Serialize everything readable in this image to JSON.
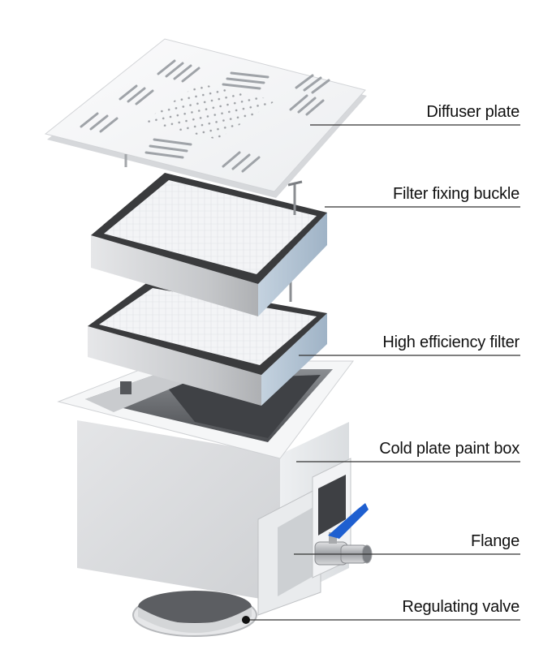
{
  "diagram": {
    "type": "exploded-view",
    "subject": "HEPA air supply outlet assembly",
    "colors": {
      "background": "#ffffff",
      "panel": "#f4f5f6",
      "panel_shadow": "#c9ccd0",
      "filter_frame": "#3a3b3d",
      "filter_side": "#b7c6d6",
      "box_body": "#d9dbde",
      "valve_handle": "#1e5fd0",
      "valve_body": "#b4b6b8",
      "leader_line": "#333333",
      "label_text": "#111111"
    },
    "labels": [
      {
        "id": "diffuser-plate",
        "text": "Diffuser plate"
      },
      {
        "id": "filter-fixing-buckle",
        "text": "Filter fixing buckle"
      },
      {
        "id": "high-efficiency-filter",
        "text": "High efficiency filter"
      },
      {
        "id": "cold-plate-paint-box",
        "text": "Cold plate paint box"
      },
      {
        "id": "flange",
        "text": "Flange"
      },
      {
        "id": "regulating-valve",
        "text": "Regulating valve"
      }
    ]
  }
}
